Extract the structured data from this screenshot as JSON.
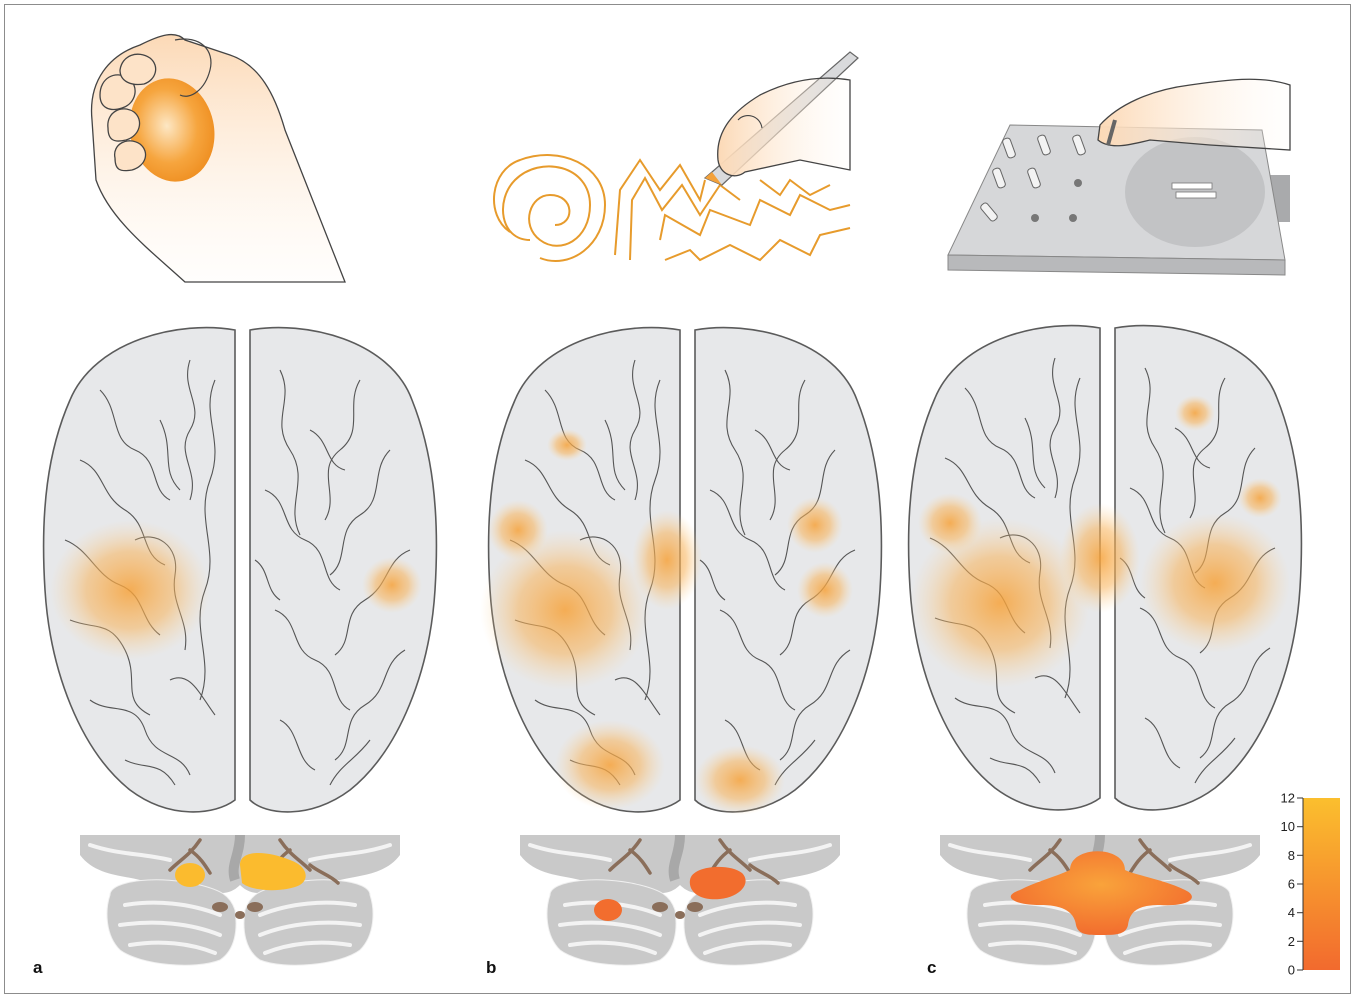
{
  "panels": [
    {
      "id": "a",
      "label": "a"
    },
    {
      "id": "b",
      "label": "b"
    },
    {
      "id": "c",
      "label": "c"
    }
  ],
  "colorbar": {
    "ticks": [
      "12",
      "10",
      "8",
      "6",
      "4",
      "2",
      "0"
    ],
    "min": 0,
    "max": 12,
    "color_low": "#f26a2e",
    "color_high": "#fbbf2e"
  },
  "colors": {
    "brain_fill": "#e7e8ea",
    "brain_outline": "#5b5b5b",
    "activation": "#f6a23a",
    "cerebellum_gray": "#c9c9c9",
    "cerebellum_white": "#f0f0f0",
    "vessel_brown": "#8a6e5a",
    "skin": "#fde3c8",
    "maze_orange": "#e79b2c"
  },
  "icons": [
    "hand-squeezing-ball-icon",
    "hand-drawing-maze-icon",
    "hand-pegboard-icon"
  ]
}
